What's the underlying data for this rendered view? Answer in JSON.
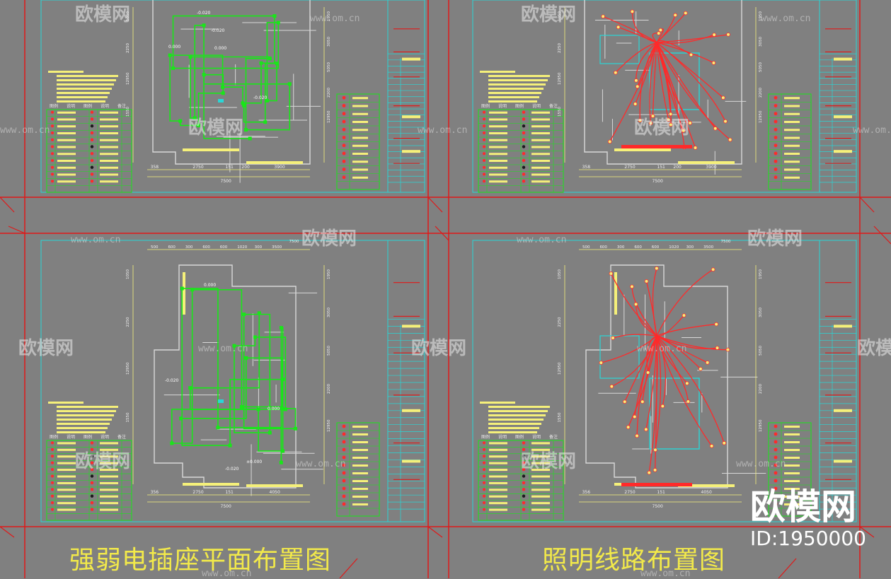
{
  "captions": {
    "left": "强弱电插座平面布置图",
    "right": "照明线路布置图"
  },
  "watermark": {
    "brand_cn": "欧模网",
    "url": "www.om.cn"
  },
  "brand_badge": {
    "name": "欧模网",
    "id_text": "ID:1950000"
  },
  "dimensions": {
    "top_plan_bottom": [
      "358",
      "2750",
      "151",
      "200",
      "3900",
      "7500"
    ],
    "bottom_plan_top": [
      "500",
      "600",
      "300",
      "600",
      "600",
      "1020",
      "300",
      "3500",
      "7500"
    ],
    "bottom_plan_bottom": [
      "356",
      "2750",
      "151",
      "4050",
      "7500"
    ],
    "left_side": [
      "1050",
      "2250",
      "12950",
      "1550"
    ],
    "right_side": [
      "1950",
      "3050",
      "5050",
      "2200",
      "12950"
    ]
  },
  "area_labels": {
    "top_left": [
      "-0.020",
      "-0.020",
      "0.000",
      "0.000",
      "-0.020"
    ],
    "bottom_left": [
      "0.000",
      "-0.020",
      "0.000",
      "-0.020",
      "±0.000"
    ]
  },
  "legend_headers": [
    "图例",
    "说明",
    "图例",
    "说明",
    "备注"
  ],
  "colors": {
    "background": "#808080",
    "frame_red": "#e01818",
    "sheet_cyan": "#29d6d6",
    "wall_white": "#d8d8d8",
    "socket_green": "#19e619",
    "light_red": "#ff2a2a",
    "note_yellow": "#f5f07a",
    "caption_yellow": "#f2e94a"
  },
  "icons": [
    "sofa-watermark-icon",
    "socket-symbol-icon",
    "light-fixture-icon"
  ]
}
